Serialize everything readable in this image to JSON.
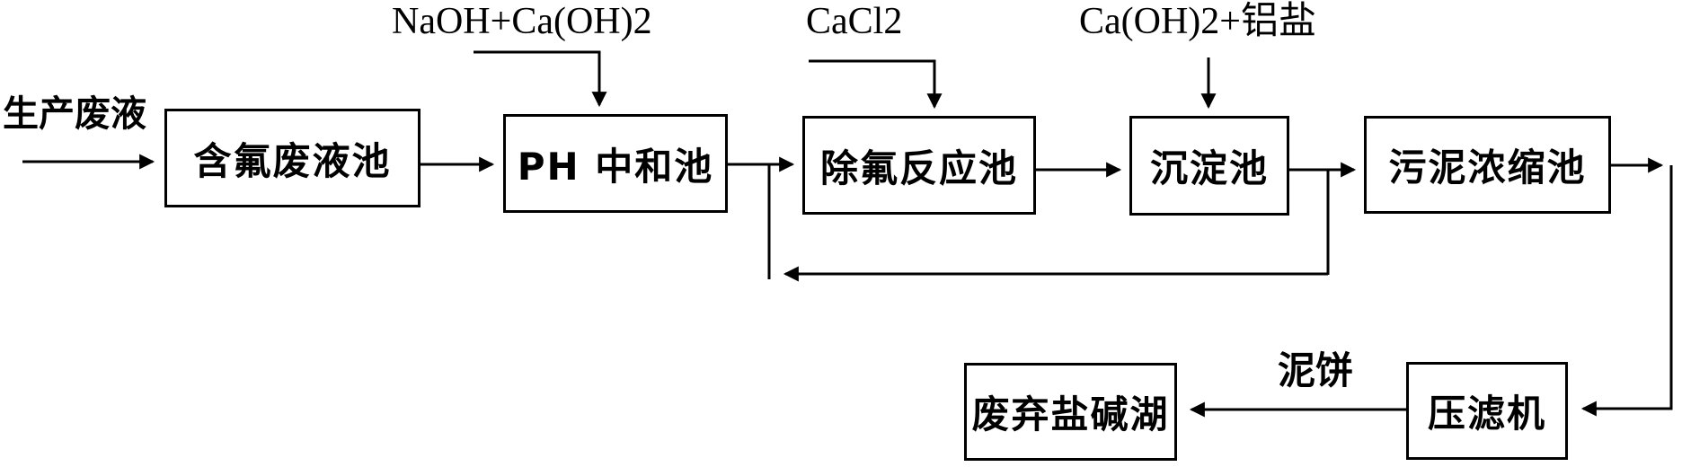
{
  "flow": {
    "input_label": "生产废液",
    "boxes": [
      {
        "label": "含氟废液池"
      },
      {
        "label": "PH 中和池"
      },
      {
        "label": "除氟反应池"
      },
      {
        "label": "沉淀池"
      },
      {
        "label": "污泥浓缩池"
      },
      {
        "label": "废弃盐碱湖"
      },
      {
        "label": "压滤机"
      }
    ],
    "reagents": [
      {
        "label": "NaOH+Ca(OH)2"
      },
      {
        "label": "CaCl2"
      },
      {
        "label": "Ca(OH)2+铝盐"
      }
    ],
    "stream_label": "泥饼",
    "colors": {
      "line": "#000000",
      "background": "#ffffff",
      "text": "#000000"
    }
  }
}
